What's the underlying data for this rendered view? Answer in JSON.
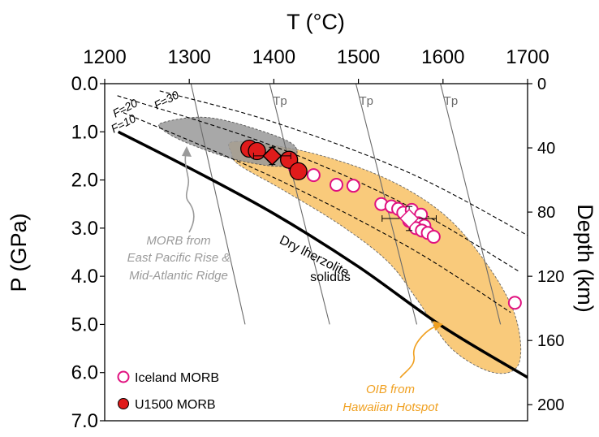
{
  "chart_data": {
    "type": "scatter",
    "x_axis": {
      "title": "T (°C)",
      "position": "top",
      "range": [
        1200,
        1700
      ],
      "ticks": [
        1200,
        1300,
        1400,
        1500,
        1600,
        1700
      ],
      "tick_labels": [
        "1200",
        "1300",
        "1400",
        "1500",
        "1600",
        "1700"
      ]
    },
    "y_axis": {
      "title": "P (GPa)",
      "range": [
        0,
        7
      ],
      "inverted": true,
      "ticks": [
        0,
        1,
        2,
        3,
        4,
        5,
        6,
        7
      ],
      "tick_labels": [
        "0.0",
        "1.0",
        "2.0",
        "3.0",
        "4.0",
        "5.0",
        "6.0",
        "7.0"
      ]
    },
    "y2_axis": {
      "title": "Depth (km)",
      "range": [
        0,
        210
      ],
      "ticks": [
        0,
        40,
        80,
        120,
        160,
        200
      ],
      "tick_labels": [
        "0",
        "40",
        "80",
        "120",
        "160",
        "200"
      ]
    },
    "grid": false,
    "legend": {
      "placement": "bottom-left",
      "entries": [
        {
          "label": "Iceland MORB",
          "marker": "open-circle",
          "color": "#e0117f"
        },
        {
          "label": "U1500 MORB",
          "marker": "filled-circle",
          "color": "#e01b1b"
        }
      ]
    },
    "colors": {
      "iceland": "#e0117f",
      "u1500": "#e01b1b",
      "oib_field": "#f5a623",
      "morb_field": "#999999",
      "solidus": "#000000"
    },
    "series": [
      {
        "name": "Iceland MORB",
        "marker": "open-circle",
        "points": [
          {
            "T": 1425,
            "P": 1.75
          },
          {
            "T": 1447,
            "P": 1.9
          },
          {
            "T": 1474,
            "P": 2.1
          },
          {
            "T": 1494,
            "P": 2.12
          },
          {
            "T": 1527,
            "P": 2.5
          },
          {
            "T": 1539,
            "P": 2.55
          },
          {
            "T": 1547,
            "P": 2.6
          },
          {
            "T": 1553,
            "P": 2.68
          },
          {
            "T": 1563,
            "P": 2.62
          },
          {
            "T": 1574,
            "P": 2.72
          },
          {
            "T": 1560,
            "P": 2.85
          },
          {
            "T": 1571,
            "P": 2.9
          },
          {
            "T": 1578,
            "P": 2.95
          },
          {
            "T": 1568,
            "P": 3.0
          },
          {
            "T": 1575,
            "P": 3.05
          },
          {
            "T": 1582,
            "P": 3.1
          },
          {
            "T": 1589,
            "P": 3.18
          },
          {
            "T": 1685,
            "P": 4.55
          }
        ],
        "average": {
          "T": 1560,
          "P": 2.8,
          "T_error": 32,
          "P_error": 0.25
        }
      },
      {
        "name": "U1500 MORB",
        "marker": "filled-circle",
        "points": [
          {
            "T": 1371,
            "P": 1.35
          },
          {
            "T": 1380,
            "P": 1.4
          },
          {
            "T": 1418,
            "P": 1.58
          },
          {
            "T": 1429,
            "P": 1.82
          }
        ],
        "average": {
          "T": 1398,
          "P": 1.5,
          "T_error": 22,
          "P_error": 0.18
        }
      }
    ],
    "solidus": {
      "label_line1": "Dry lherzolite",
      "label_line2": "solidus",
      "points": [
        {
          "T": 1216,
          "P": 1.0
        },
        {
          "T": 1300,
          "P": 1.75
        },
        {
          "T": 1400,
          "P": 2.7
        },
        {
          "T": 1500,
          "P": 3.8
        },
        {
          "T": 1600,
          "P": 5.05
        },
        {
          "T": 1700,
          "P": 6.1
        }
      ]
    },
    "melt_fraction_lines": [
      {
        "label": "F=10",
        "points": [
          {
            "T": 1222,
            "P": 0.6
          },
          {
            "T": 1400,
            "P": 1.95
          },
          {
            "T": 1560,
            "P": 3.4
          },
          {
            "T": 1680,
            "P": 4.75
          }
        ]
      },
      {
        "label": "F=20",
        "points": [
          {
            "T": 1215,
            "P": 0.25
          },
          {
            "T": 1400,
            "P": 1.3
          },
          {
            "T": 1560,
            "P": 2.55
          },
          {
            "T": 1690,
            "P": 3.9
          }
        ]
      },
      {
        "label": "F=30",
        "points": [
          {
            "T": 1265,
            "P": 0.15
          },
          {
            "T": 1400,
            "P": 0.8
          },
          {
            "T": 1560,
            "P": 1.85
          },
          {
            "T": 1700,
            "P": 3.15
          }
        ]
      }
    ],
    "adiabats": [
      {
        "label": "Tp",
        "top": {
          "T": 1395,
          "P": 0.0
        },
        "bottom": {
          "T": 1466,
          "P": 5.0
        }
      },
      {
        "label": "Tp",
        "top": {
          "T": 1497,
          "P": 0.0
        },
        "bottom": {
          "T": 1569,
          "P": 5.0
        }
      },
      {
        "label": "Tp",
        "top": {
          "T": 1597,
          "P": 0.0
        },
        "bottom": {
          "T": 1668,
          "P": 5.0
        }
      },
      {
        "label": "",
        "top": {
          "T": 1302,
          "P": 0.0
        },
        "bottom": {
          "T": 1366,
          "P": 5.0
        }
      }
    ],
    "fields": [
      {
        "name": "MORB field",
        "label_line1": "MORB from",
        "label_line2": "East Pacific Rise &",
        "label_line3": "Mid-Atlantic Ridge",
        "color": "#999999",
        "outline": [
          {
            "T": 1270,
            "P": 0.8
          },
          {
            "T": 1320,
            "P": 0.7
          },
          {
            "T": 1380,
            "P": 0.95
          },
          {
            "T": 1425,
            "P": 1.3
          },
          {
            "T": 1415,
            "P": 1.7
          },
          {
            "T": 1360,
            "P": 1.6
          },
          {
            "T": 1300,
            "P": 1.25
          },
          {
            "T": 1268,
            "P": 0.95
          }
        ]
      },
      {
        "name": "OIB field",
        "label_line1": "OIB from",
        "label_line2": "Hawaiian Hotspot",
        "color": "#f5a623",
        "outline": [
          {
            "T": 1355,
            "P": 1.2
          },
          {
            "T": 1440,
            "P": 1.42
          },
          {
            "T": 1530,
            "P": 1.95
          },
          {
            "T": 1600,
            "P": 2.7
          },
          {
            "T": 1650,
            "P": 3.7
          },
          {
            "T": 1685,
            "P": 4.8
          },
          {
            "T": 1690,
            "P": 5.8
          },
          {
            "T": 1660,
            "P": 6.0
          },
          {
            "T": 1610,
            "P": 5.5
          },
          {
            "T": 1570,
            "P": 4.5
          },
          {
            "T": 1535,
            "P": 3.7
          },
          {
            "T": 1480,
            "P": 2.95
          },
          {
            "T": 1410,
            "P": 2.2
          },
          {
            "T": 1360,
            "P": 1.7
          },
          {
            "T": 1350,
            "P": 1.45
          }
        ]
      }
    ]
  }
}
